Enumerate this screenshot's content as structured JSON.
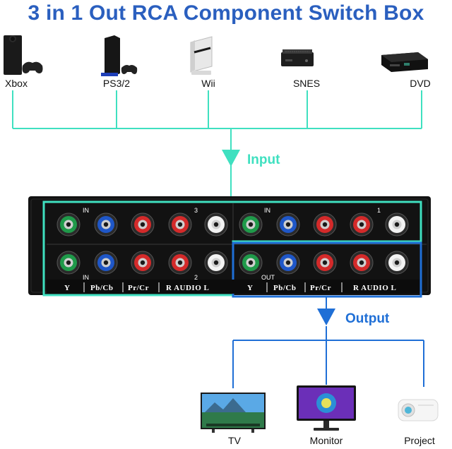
{
  "title": "3 in 1 Out RCA Component Switch Box",
  "sources": [
    {
      "label": "Xbox",
      "icon": "xbox-console-icon"
    },
    {
      "label": "PS3/2",
      "icon": "playstation-console-icon"
    },
    {
      "label": "Wii",
      "icon": "wii-console-icon"
    },
    {
      "label": "SNES",
      "icon": "snes-box-icon"
    },
    {
      "label": "DVD",
      "icon": "dvd-player-icon"
    }
  ],
  "input_label": "Input",
  "output_label": "Output",
  "switch_box": {
    "in_label": "IN",
    "out_label": "OUT",
    "port_numbers": [
      "3",
      "1",
      "2"
    ],
    "bottom_labels": [
      "Y",
      "Pb/Cb",
      "Pr/Cr",
      "R AUDIO L"
    ]
  },
  "outputs": [
    {
      "label": "TV",
      "icon": "tv-icon"
    },
    {
      "label": "Monitor",
      "icon": "monitor-icon"
    },
    {
      "label": "Project",
      "icon": "projector-icon"
    }
  ],
  "colors": {
    "title": "#2a5fbf",
    "input_line": "#3fe0c0",
    "output_line": "#1f6fd6",
    "box": "#121212",
    "jack_green": "#1f9a4a",
    "jack_blue": "#1f57c8",
    "jack_red": "#d42a2a",
    "jack_white": "#f2f2f2"
  }
}
